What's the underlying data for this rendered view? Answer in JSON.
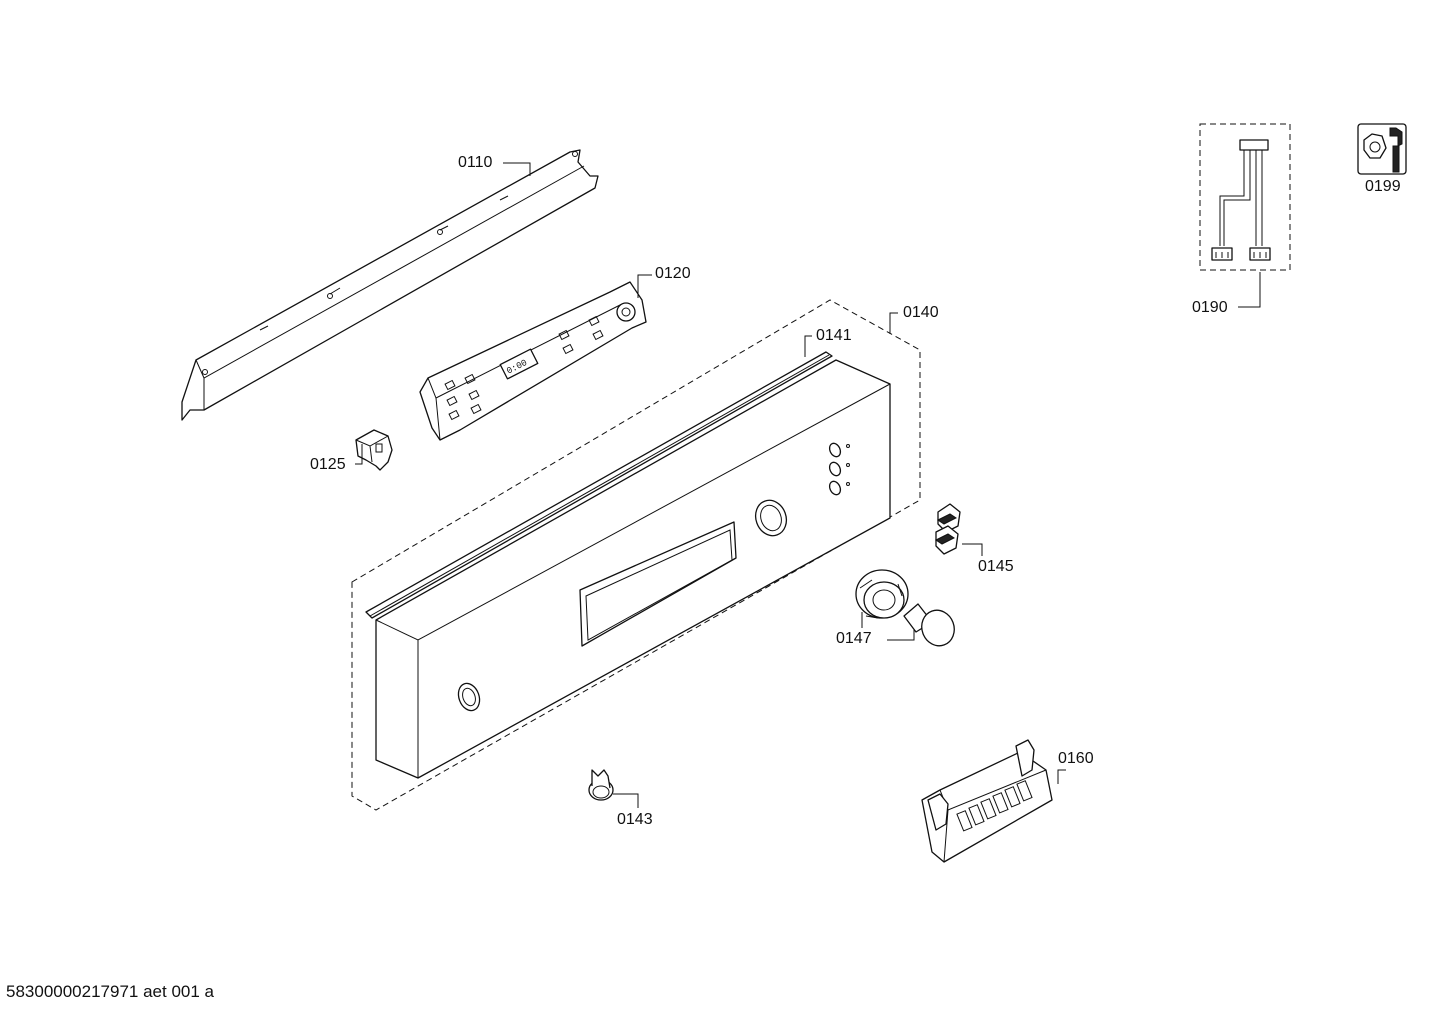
{
  "document_id": "58300000217971 aet 001 a",
  "parts": [
    {
      "id": "p0110",
      "label": "0110"
    },
    {
      "id": "p0120",
      "label": "0120"
    },
    {
      "id": "p0125",
      "label": "0125"
    },
    {
      "id": "p0140",
      "label": "0140"
    },
    {
      "id": "p0141",
      "label": "0141"
    },
    {
      "id": "p0143",
      "label": "0143"
    },
    {
      "id": "p0145",
      "label": "0145"
    },
    {
      "id": "p0147",
      "label": "0147"
    },
    {
      "id": "p0160",
      "label": "0160"
    },
    {
      "id": "p0190",
      "label": "0190"
    },
    {
      "id": "p0199",
      "label": "0199"
    }
  ],
  "icons": {
    "service_kit": "wrench-nut-icon"
  }
}
